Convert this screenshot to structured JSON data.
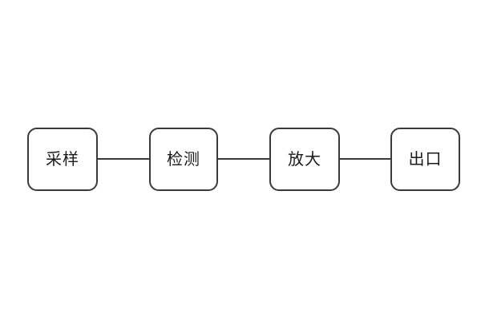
{
  "diagram": {
    "type": "flowchart",
    "direction": "horizontal",
    "nodes": [
      {
        "id": "node-1",
        "label": "采样"
      },
      {
        "id": "node-2",
        "label": "检测"
      },
      {
        "id": "node-3",
        "label": "放大"
      },
      {
        "id": "node-4",
        "label": "出口"
      }
    ],
    "connections": [
      {
        "from": "采样",
        "to": "检测"
      },
      {
        "from": "检测",
        "to": "放大"
      },
      {
        "from": "放大",
        "to": "出口"
      }
    ]
  },
  "colors": {
    "background": "#ffffff",
    "node_fill": "#ffffff",
    "node_border": "#3a3a3a",
    "connector": "#3a3a3a",
    "text": "#1a1a1a"
  }
}
